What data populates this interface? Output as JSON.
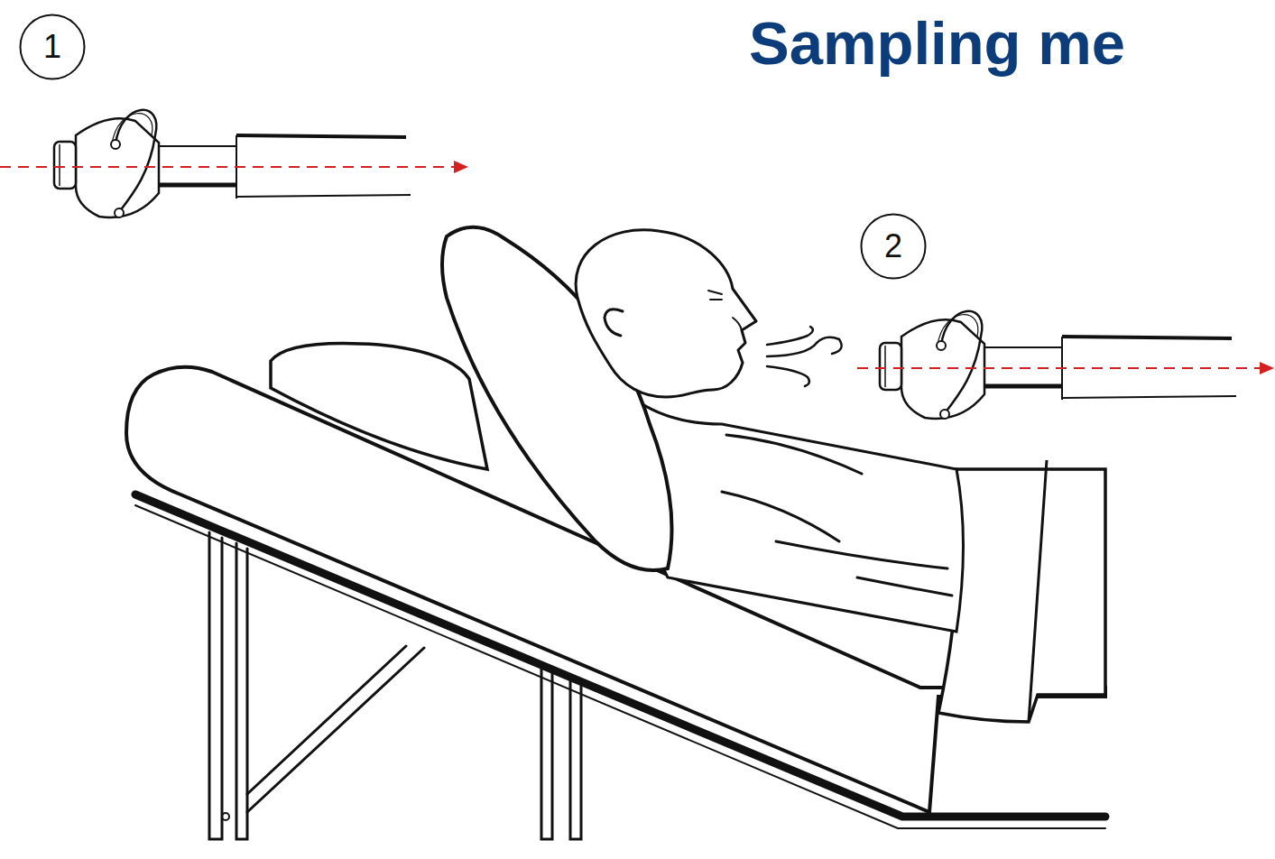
{
  "diagram": {
    "title": "Sampling me",
    "nodes": [
      {
        "text": [
          "1"
        ]
      },
      {
        "text": [
          "2"
        ]
      }
    ]
  }
}
